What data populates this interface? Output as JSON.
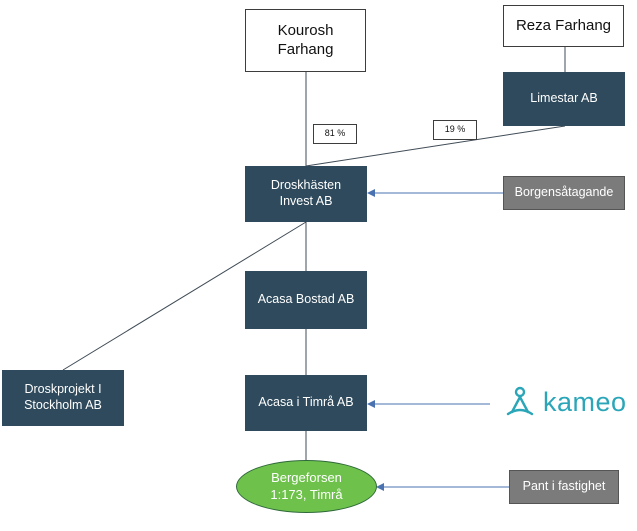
{
  "nodes": {
    "kourosh": "Kourosh Farhang",
    "reza": "Reza Farhang",
    "limestar": "Limestar AB",
    "droskhasten": "Droskhästen Invest AB",
    "borgen": "Borgensåtagande",
    "acasa_bostad": "Acasa Bostad AB",
    "droskprojekt": "Droskprojekt I Stockholm AB",
    "acasa_timra": "Acasa i Timrå AB",
    "bergeforsen": "Bergeforsen 1:173, Timrå",
    "pant": "Pant i fastighet"
  },
  "percentages": {
    "kourosh_share": "81 %",
    "limestar_share": "19 %"
  },
  "logo": {
    "text": "kameo",
    "icon": "kameo-logo-icon"
  },
  "colors": {
    "dark_box": "#2e4a5c",
    "grey_box": "#7b7b7b",
    "oval_fill": "#6ec24b",
    "arrow": "#4a72b0",
    "kameo": "#2aa6b8"
  }
}
